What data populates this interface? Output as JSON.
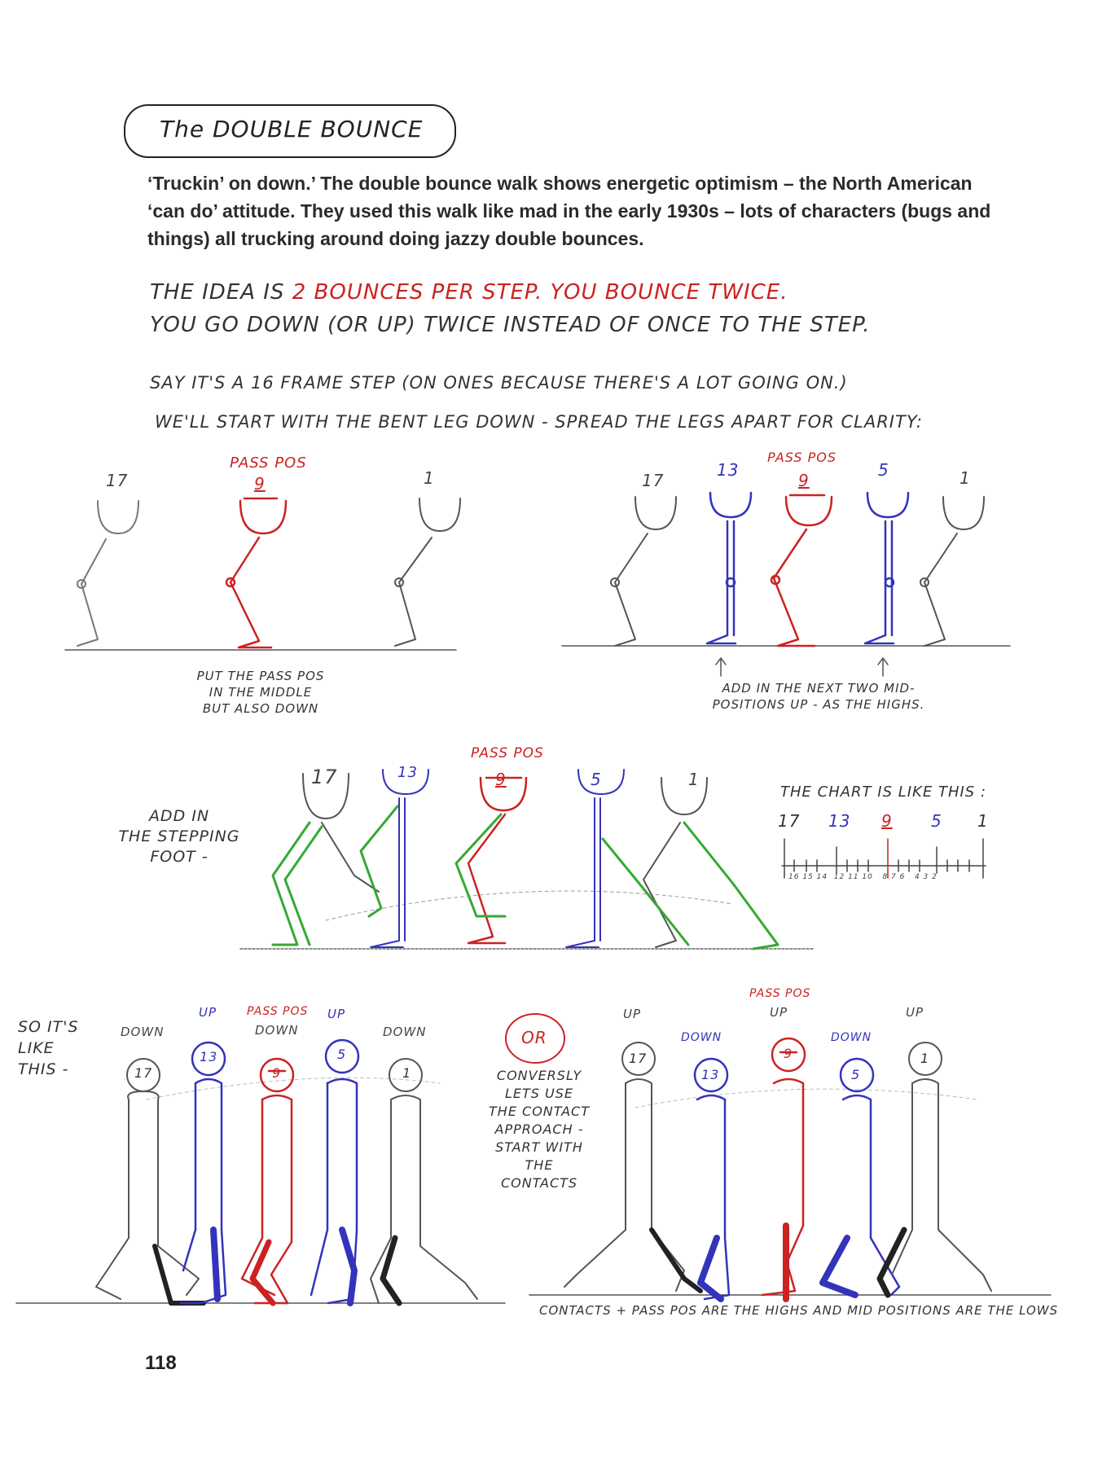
{
  "title": "The DOUBLE BOUNCE",
  "intro": "‘Truckin’ on down.’ The double bounce walk shows energetic optimism – the North American ‘can do’ attitude. They used this walk like mad in the early 1930s – lots of characters (bugs and things) all trucking around doing jazzy double bounces.",
  "idea": {
    "line1_a": "THE IDEA IS",
    "line1_b": "2 BOUNCES PER STEP.  YOU BOUNCE TWICE.",
    "line2": "YOU GO DOWN (OR UP) TWICE INSTEAD OF ONCE TO THE STEP."
  },
  "say": {
    "line1": "SAY IT'S A 16 FRAME STEP (ON ONES BECAUSE THERE'S A LOT GOING ON.)",
    "line2": "WE'LL START WITH THE BENT LEG DOWN  - SPREAD THE LEGS APART FOR CLARITY:"
  },
  "row1": {
    "left_labels": [
      "17",
      "PASS POS",
      "9",
      "1"
    ],
    "right_labels": [
      "17",
      "13",
      "PASS POS",
      "9",
      "5",
      "1"
    ],
    "caption_left": [
      "PUT THE PASS POS",
      "IN THE MIDDLE",
      "BUT ALSO DOWN"
    ],
    "caption_right": [
      "ADD IN THE NEXT TWO MID-",
      "POSITIONS UP - AS THE HIGHS."
    ]
  },
  "row2": {
    "side_label": [
      "ADD IN",
      "THE STEPPING",
      "FOOT -"
    ],
    "labels": [
      "17",
      "13",
      "PASS POS",
      "9",
      "5",
      "1"
    ],
    "chart_title": "THE CHART IS LIKE THIS :",
    "chart_keys": [
      "17",
      "13",
      "9",
      "5",
      "1"
    ],
    "chart_ticks": "16 15 14  12 11 10   8 7 6   4 3 2"
  },
  "row3": {
    "side_label": [
      "SO IT'S",
      "LIKE",
      "THIS -"
    ],
    "left_tags": [
      "DOWN",
      "UP",
      "PASS POS",
      "DOWN",
      "UP",
      "DOWN"
    ],
    "left_numbers": [
      "17",
      "13",
      "9",
      "5",
      "1"
    ],
    "or_label": "OR",
    "conversely": [
      "CONVERSLY",
      "LETS USE",
      "THE CONTACT",
      "APPROACH -",
      "START WITH",
      "THE",
      "CONTACTS"
    ],
    "right_tags": [
      "UP",
      "DOWN",
      "PASS POS",
      "UP",
      "DOWN",
      "UP"
    ],
    "right_numbers": [
      "17",
      "13",
      "9",
      "5",
      "1"
    ],
    "footer": "CONTACTS + PASS POS ARE THE HIGHS AND MID POSITIONS ARE THE LOWS"
  },
  "page_number": "118",
  "colors": {
    "red": "#cc2222",
    "blue": "#3333bb",
    "green": "#33aa33",
    "pencil": "#333333"
  }
}
